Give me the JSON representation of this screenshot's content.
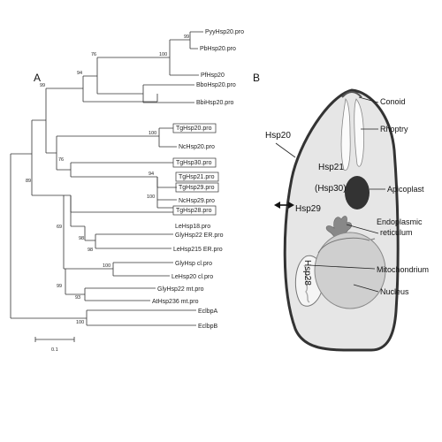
{
  "panel_a": {
    "label": "A",
    "leaves": [
      "PyyHsp20.pro",
      "PbHsp20.pro",
      "PfHsp20",
      "BboHsp20.pro",
      "BbiHsp20.pro",
      "TgHsp20.pro",
      "NcHsp20.pro",
      "TgHsp30.pro",
      "TgHsp21.pro",
      "TgHsp29.pro",
      "NcHsp29.pro",
      "TgHsp28.pro",
      "LeHsp18.pro",
      "GlyHsp22 ER.pro",
      "LeHsp215 ER.pro",
      "GlyHsp cl.pro",
      "LeHsp20 cl.pro",
      "GlyHsp22 mt.pro",
      "AtHsp236 mt.pro",
      "EclbpA",
      "EclbpB"
    ],
    "boxed_leaves": [
      "TgHsp20.pro",
      "TgHsp30.pro",
      "TgHsp21.pro",
      "TgHsp29.pro",
      "TgHsp28.pro"
    ],
    "bootstrap": [
      "99",
      "100",
      "76",
      "94",
      "100",
      "99",
      "76",
      "94",
      "100",
      "89",
      "69",
      "98",
      "98",
      "100",
      "99",
      "93",
      "100"
    ],
    "scale_label": "0.1"
  },
  "panel_b": {
    "label": "B",
    "proteins": {
      "hsp20": "Hsp20",
      "hsp21": "Hsp21",
      "hsp30": "(Hsp30)",
      "hsp29": "Hsp29",
      "hsp28": "Hsp28"
    },
    "organelles": {
      "conoid": "Conoid",
      "rhoptry": "Rhoptry",
      "apicoplast": "Apicoplast",
      "er_line1": "Endoplasmic",
      "er_line2": "reticulum",
      "mitochondrion": "Mitochondrium",
      "nucleus": "Nucleus"
    }
  }
}
